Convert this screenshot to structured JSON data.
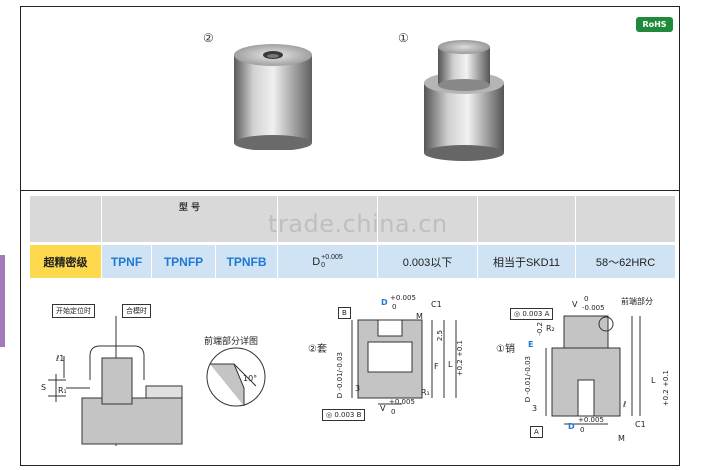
{
  "product_photos": {
    "left_marker": "②",
    "right_marker": "①",
    "rohs_badge": "RoHS"
  },
  "spec_table": {
    "header_partial": "型 号",
    "watermark": "trade.china.cn",
    "row": {
      "grade": "超精密级",
      "types": [
        "TPNF",
        "TPNFP",
        "TPNFB"
      ],
      "tolerance_base": "D",
      "tolerance_upper": "+0.005",
      "tolerance_lower": "0",
      "precision": "0.003以下",
      "material": "相当于SKD11",
      "hardness": "58～62HRC"
    }
  },
  "diagrams": {
    "fit_left_label": "开始定位时",
    "fit_right_label": "合模时",
    "fit_s": "S",
    "fit_r1": "R₁",
    "fit_l1": "ℓ1",
    "detail_title": "前端部分详图",
    "detail_angle": "10°",
    "sleeve_title": "②套",
    "sleeve_ref_top": "B",
    "sleeve_d_label": "D",
    "sleeve_d_tol_up": "+0.005",
    "sleeve_d_tol_low": "0",
    "sleeve_c1": "C1",
    "sleeve_m": "M",
    "sleeve_side": "D -0.01/-0.03",
    "sleeve_3": "3",
    "sleeve_f": "F",
    "sleeve_l": "L",
    "sleeve_l_tol": "+0.2 +0.1",
    "sleeve_25": "2.5",
    "sleeve_r1": "R₁",
    "sleeve_v": "V",
    "sleeve_v_tol_up": "+0.005",
    "sleeve_v_tol_low": "0",
    "sleeve_tol_frame": "◎ 0.003 B",
    "pin_title": "①销",
    "pin_tol_frame": "◎ 0.003 A",
    "pin_v": "V",
    "pin_v_tol_up": "0",
    "pin_v_tol_low": "-0.005",
    "pin_front": "前端部分",
    "pin_r2": "R₂",
    "pin_e": "E",
    "pin_e_tol": "-0.2",
    "pin_side": "D -0.01/-0.03",
    "pin_3": "3",
    "pin_l": "L",
    "pin_l_tol": "+0.2 +0.1",
    "pin_ell": "ℓ",
    "pin_ref_bottom": "A",
    "pin_d_label": "D",
    "pin_d_tol_up": "+0.005",
    "pin_d_tol_low": "0",
    "pin_c1": "C1",
    "pin_m": "M"
  }
}
